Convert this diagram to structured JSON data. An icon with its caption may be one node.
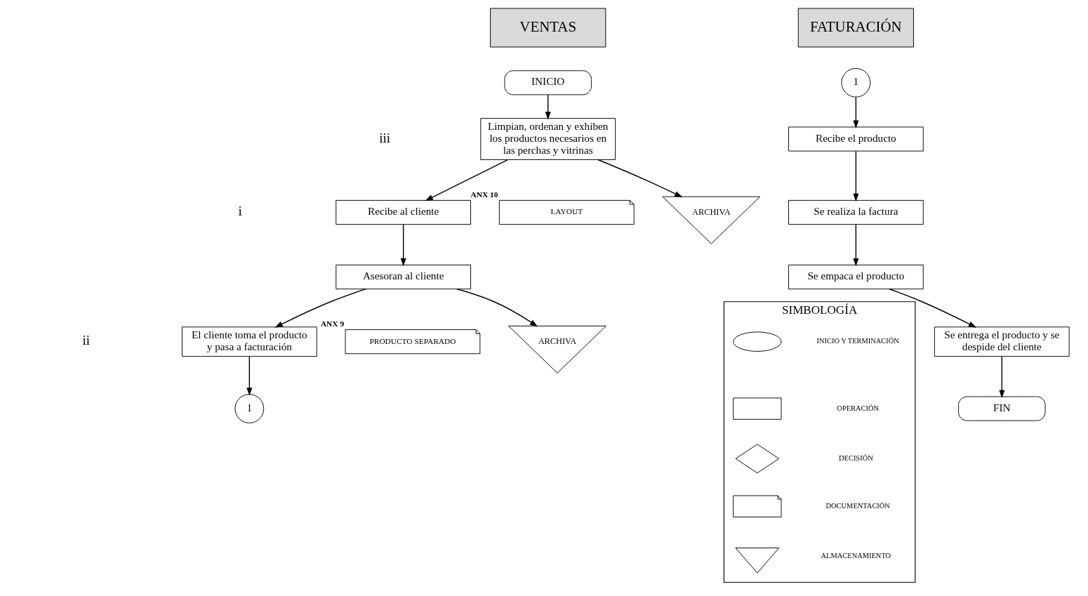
{
  "diagram": {
    "nodes": [
      {
        "text": [
          "VENTAS"
        ]
      },
      {
        "text": [
          "INICIO"
        ]
      },
      {
        "text": [
          "Limpian, ordenan y exhiben los productos necesarios en las perchas y vitrinas"
        ]
      },
      {
        "text": [
          "LAYOUT"
        ],
        "beside": [
          "ANX 10"
        ]
      },
      {
        "text": [
          "ARCHIVA"
        ]
      },
      {
        "text": [
          "Recibe al cliente"
        ]
      },
      {
        "text": [
          "Asesoran al cliente"
        ]
      },
      {
        "text": [
          "PRODUCTO SEPARADO"
        ],
        "beside": [
          "ANX 9"
        ]
      },
      {
        "text": [
          "ARCHIVA"
        ]
      },
      {
        "text": [
          "El cliente toma el producto y pasa a facturación"
        ]
      },
      {
        "text": [
          "1"
        ]
      },
      {
        "text": [
          "FATURACIÓN"
        ]
      },
      {
        "text": [
          "1"
        ]
      },
      {
        "text": [
          "Recibe el producto"
        ]
      },
      {
        "text": [
          "Se realiza la factura"
        ]
      },
      {
        "text": [
          "Se empaca el producto"
        ]
      },
      {
        "text": [
          "Se entrega el producto y se despide del cliente"
        ]
      },
      {
        "text": [
          "FIN"
        ]
      },
      {
        "text": [
          "SIMBOLOGÍA"
        ]
      },
      {
        "text": [],
        "shape": "ellipse",
        "in": 18
      },
      {
        "text": [],
        "shape": "box",
        "in": 18
      },
      {
        "text": [],
        "shape": "diamond",
        "in": 18
      },
      {
        "text": [],
        "shape": "document",
        "in": 18
      },
      {
        "text": [],
        "shape": "triangle",
        "in": 18
      }
    ],
    "edges": [
      {
        "from": 1,
        "to": 2,
        "arrow": "to"
      },
      {
        "from": 2,
        "to": 5,
        "arrow": "to"
      },
      {
        "from": 2,
        "to": 4,
        "arrow": "to"
      },
      {
        "from": 5,
        "to": 6,
        "arrow": "to"
      },
      {
        "from": 6,
        "to": 9,
        "arrow": "to"
      },
      {
        "from": 6,
        "to": 8,
        "arrow": "to"
      },
      {
        "from": 9,
        "to": 10,
        "arrow": "to"
      },
      {
        "from": 12,
        "to": 13,
        "arrow": "to"
      },
      {
        "from": 13,
        "to": 14,
        "arrow": "to"
      },
      {
        "from": 14,
        "to": 15,
        "arrow": "to"
      },
      {
        "from": 15,
        "to": 16,
        "arrow": "to"
      },
      {
        "from": 16,
        "to": 17,
        "arrow": "to"
      }
    ],
    "labels": [
      "iii",
      "i",
      "ii"
    ],
    "legend": [
      {
        "text": "INICIO Y TERMINACIÓN"
      },
      {
        "text": "OPERACIÓN"
      },
      {
        "text": "DECISIÓN"
      },
      {
        "text": "DOCUMENTACIÓN"
      },
      {
        "text": "ALMACENAMIENTO"
      }
    ]
  }
}
